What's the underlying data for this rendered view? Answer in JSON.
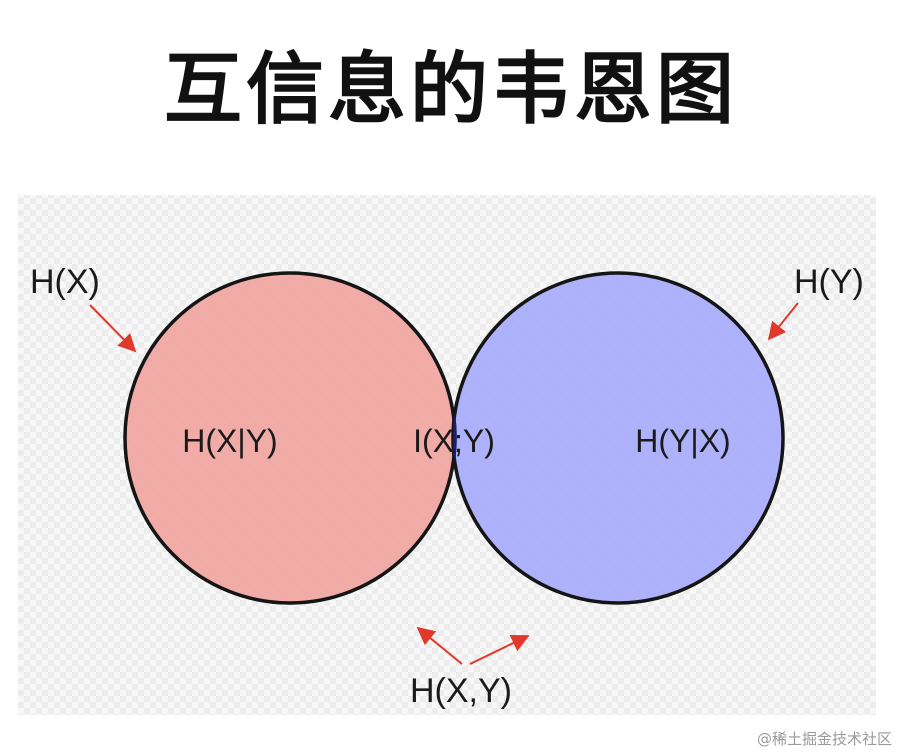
{
  "title": "互信息的韦恩图",
  "labels": {
    "hx": "H(X)",
    "hy": "H(Y)",
    "hx_given_y": "H(X|Y)",
    "mutual_info": "I(X;Y)",
    "hy_given_x": "H(Y|X)",
    "joint": "H(X,Y)"
  },
  "watermark": "@稀土掘金技术社区",
  "colors": {
    "left_circle_fill": "#f0a8a2",
    "right_circle_fill": "#a9aefb",
    "overlap_fill": "#a771b8",
    "circle_stroke": "#151515",
    "overlap_stroke": "#1a1f6e",
    "arrow": "#e0392c",
    "checker_light": "#f7f7f7",
    "checker_dark": "#ececec"
  }
}
